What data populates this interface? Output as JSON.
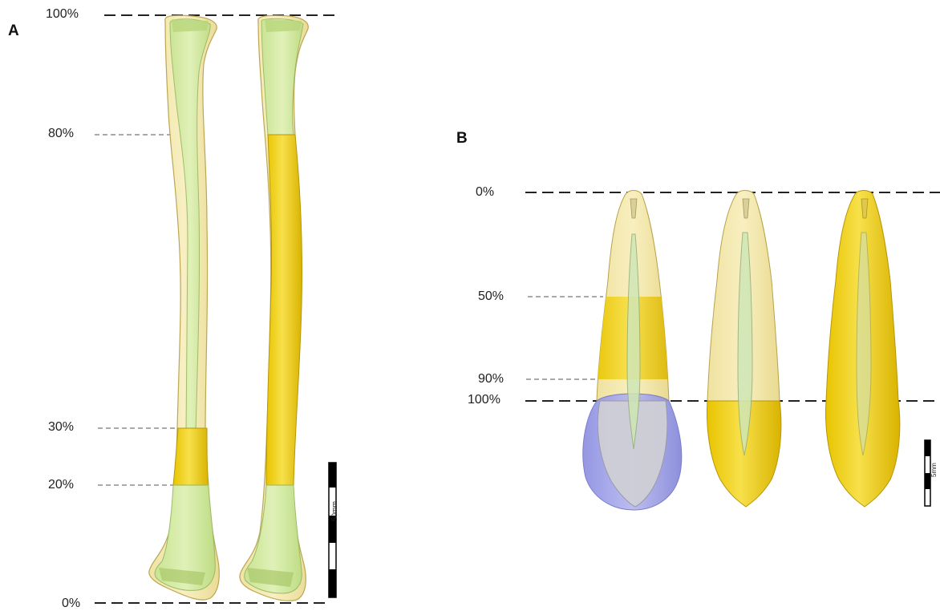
{
  "panel_a": {
    "letter": "A",
    "levels": {
      "top": "100%",
      "l80": "80%",
      "l30": "30%",
      "l20": "20%",
      "bottom": "0%"
    },
    "scale_bar_label": "50mm"
  },
  "panel_b": {
    "letter": "B",
    "levels": {
      "top": "0%",
      "l50": "50%",
      "l90": "90%",
      "l100": "100%"
    },
    "scale_bar_label": "5mm"
  },
  "colors": {
    "bone_outer": "#f4e9a6",
    "bone_inner_green": "#cfe9a0",
    "roi_yellow": "#f2d21a",
    "enamel_cap": "#8d8fe0",
    "dentine_grey": "#c9c9c9"
  }
}
